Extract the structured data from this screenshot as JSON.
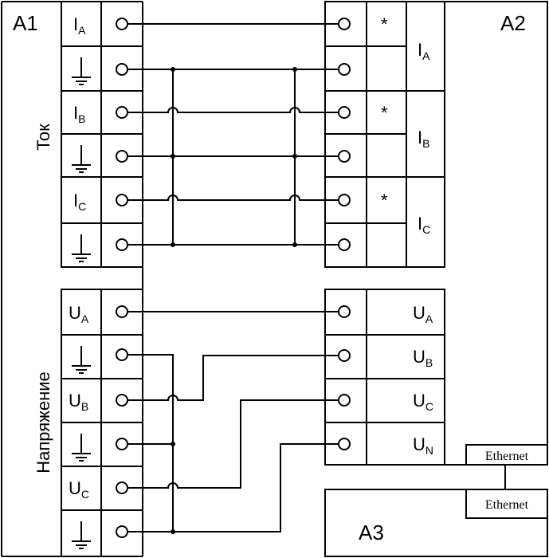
{
  "blocks": {
    "a1": "A1",
    "a2": "A2",
    "a3": "A3"
  },
  "group_labels": {
    "current": "Ток",
    "voltage": "Напряжение"
  },
  "a1_terminals": [
    {
      "main": "I",
      "sub": "A"
    },
    {
      "main": "",
      "sub": "",
      "ground": true
    },
    {
      "main": "I",
      "sub": "B"
    },
    {
      "main": "",
      "sub": "",
      "ground": true
    },
    {
      "main": "I",
      "sub": "C"
    },
    {
      "main": "",
      "sub": "",
      "ground": true
    },
    {
      "main": "U",
      "sub": "A"
    },
    {
      "main": "",
      "sub": "",
      "ground": true
    },
    {
      "main": "U",
      "sub": "B"
    },
    {
      "main": "",
      "sub": "",
      "ground": true
    },
    {
      "main": "U",
      "sub": "C"
    },
    {
      "main": "",
      "sub": "",
      "ground": true
    }
  ],
  "a2_current_inputs": [
    {
      "main": "I",
      "sub": "A",
      "star": "*"
    },
    {
      "main": "I",
      "sub": "B",
      "star": "*"
    },
    {
      "main": "I",
      "sub": "C",
      "star": "*"
    }
  ],
  "a2_voltage_inputs": [
    {
      "main": "U",
      "sub": "A"
    },
    {
      "main": "U",
      "sub": "B"
    },
    {
      "main": "U",
      "sub": "C"
    },
    {
      "main": "U",
      "sub": "N"
    }
  ],
  "ethernet": {
    "a2_port": "Ethernet",
    "a3_port": "Ethernet"
  }
}
